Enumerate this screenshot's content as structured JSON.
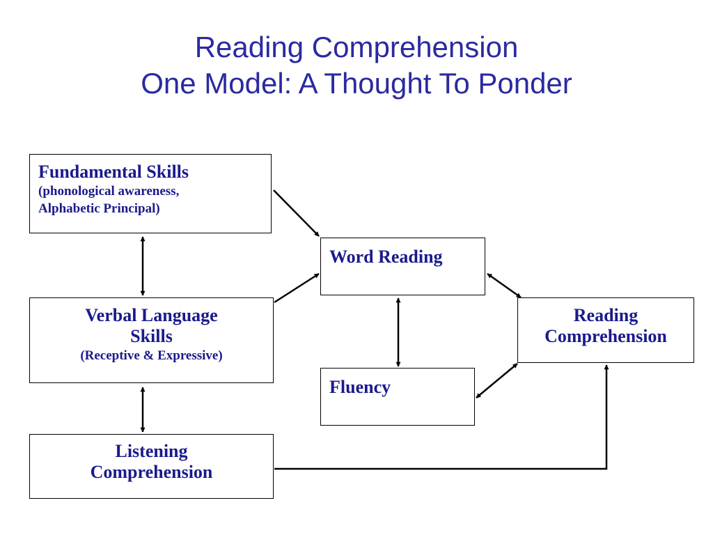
{
  "title": {
    "line1": "Reading Comprehension",
    "line2": "One Model: A Thought To Ponder"
  },
  "boxes": {
    "fundamental": {
      "main": "Fundamental Skills",
      "sub1": "(phonological awareness,",
      "sub2": "Alphabetic Principal)"
    },
    "verbal": {
      "main1": "Verbal Language",
      "main2": "Skills",
      "sub": "(Receptive & Expressive)"
    },
    "listening": {
      "main1": "Listening",
      "main2": "Comprehension"
    },
    "word_reading": {
      "main": "Word Reading"
    },
    "fluency": {
      "main": "Fluency"
    },
    "reading_comprehension": {
      "main1": "Reading",
      "main2": "Comprehension"
    }
  },
  "colors": {
    "text": "#1a1a8c",
    "title": "#2a2aa0",
    "border": "#000000",
    "arrow": "#000000"
  }
}
